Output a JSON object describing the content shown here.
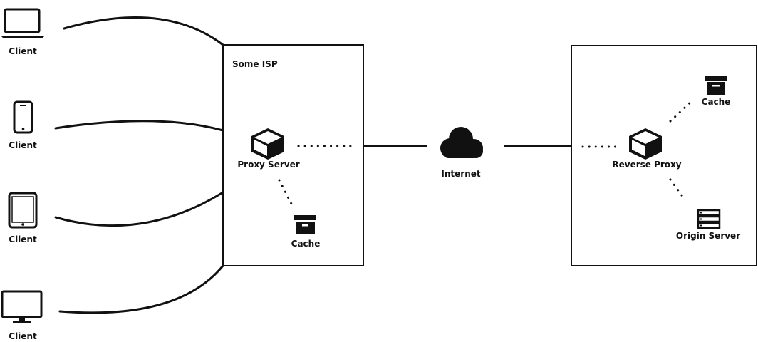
{
  "clients": [
    {
      "label": "Client",
      "icon": "laptop-icon"
    },
    {
      "label": "Client",
      "icon": "smartphone-icon"
    },
    {
      "label": "Client",
      "icon": "tablet-icon"
    },
    {
      "label": "Client",
      "icon": "desktop-monitor-icon"
    }
  ],
  "isp": {
    "title": "Some ISP",
    "proxy_label": "Proxy Server",
    "cache_label": "Cache"
  },
  "internet": {
    "label": "Internet",
    "icon": "cloud-icon"
  },
  "origin_side": {
    "reverse_proxy_label": "Reverse Proxy",
    "cache_label": "Cache",
    "origin_label": "Origin Server"
  }
}
